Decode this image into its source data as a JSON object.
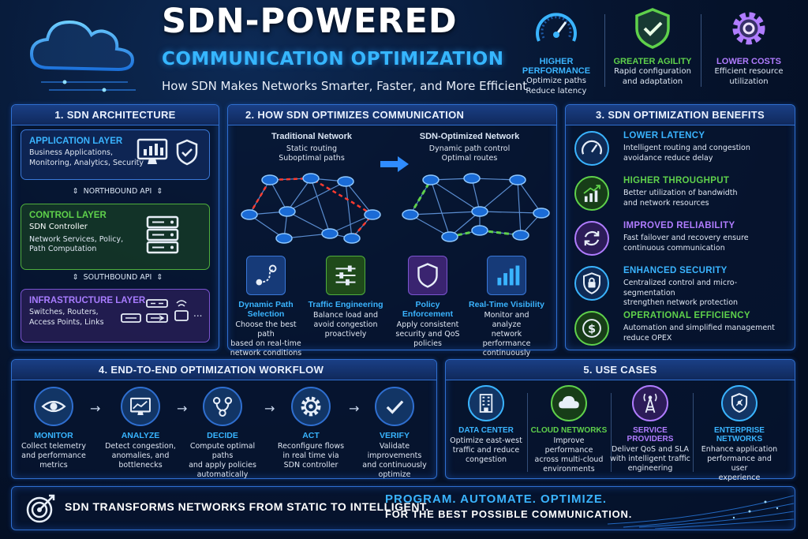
{
  "header": {
    "title": "SDN-POWERED",
    "subtitle": "COMMUNICATION OPTIMIZATION",
    "tagline": "How SDN Makes Networks Smarter, Faster, and More Efficient",
    "kpis": [
      {
        "title": "HIGHER PERFORMANCE",
        "line1": "Optimize paths",
        "line2": "Reduce latency",
        "color": "#3ab4ff",
        "icon": "speedometer-icon"
      },
      {
        "title": "GREATER AGILITY",
        "line1": "Rapid configuration",
        "line2": "and adaptation",
        "color": "#5fd14b",
        "icon": "shield-check-icon"
      },
      {
        "title": "LOWER COSTS",
        "line1": "Efficient resource",
        "line2": "utilization",
        "color": "#b07cff",
        "icon": "gear-icon"
      }
    ]
  },
  "architecture": {
    "title": "1. SDN ARCHITECTURE",
    "application": {
      "title": "APPLICATION LAYER",
      "line1": "Business Applications,",
      "line2": "Monitoring, Analytics, Security"
    },
    "northbound": "NORTHBOUND API",
    "control": {
      "title": "CONTROL LAYER",
      "name": "SDN Controller",
      "line1": "Network Services, Policy,",
      "line2": "Path Computation"
    },
    "southbound": "SOUTHBOUND API",
    "infrastructure": {
      "title": "INFRASTRUCTURE LAYER",
      "line1": "Switches, Routers,",
      "line2": "Access Points, Links",
      "more": "..."
    }
  },
  "optimizes": {
    "title": "2. HOW SDN OPTIMIZES COMMUNICATION",
    "traditional": {
      "title": "Traditional Network",
      "line1": "Static routing",
      "line2": "Suboptimal paths"
    },
    "optimized": {
      "title": "SDN-Optimized Network",
      "line1": "Dynamic path control",
      "line2": "Optimal routes"
    },
    "features": [
      {
        "title1": "Dynamic Path",
        "title2": "Selection",
        "d1": "Choose the best path",
        "d2": "based on real-time",
        "d3": "network conditions"
      },
      {
        "title1": "Traffic Engineering",
        "title2": "",
        "d1": "Balance load and",
        "d2": "avoid congestion",
        "d3": "proactively"
      },
      {
        "title1": "Policy Enforcement",
        "title2": "",
        "d1": "Apply consistent",
        "d2": "security and QoS",
        "d3": "policies"
      },
      {
        "title1": "Real-Time Visibility",
        "title2": "",
        "d1": "Monitor and analyze",
        "d2": "network performance",
        "d3": "continuously"
      }
    ]
  },
  "benefits": {
    "title": "3. SDN OPTIMIZATION BENEFITS",
    "items": [
      {
        "title": "LOWER LATENCY",
        "d1": "Intelligent routing and congestion",
        "d2": "avoidance reduce delay",
        "color": "#3ab4ff"
      },
      {
        "title": "HIGHER THROUGHPUT",
        "d1": "Better utilization of bandwidth",
        "d2": "and network resources",
        "color": "#5fd14b"
      },
      {
        "title": "IMPROVED RELIABILITY",
        "d1": "Fast failover and recovery ensure",
        "d2": "continuous communication",
        "color": "#b07cff"
      },
      {
        "title": "ENHANCED SECURITY",
        "d1": "Centralized control and micro-segmentation",
        "d2": "strengthen network protection",
        "color": "#3ab4ff"
      },
      {
        "title": "OPERATIONAL EFFICIENCY",
        "d1": "Automation and simplified management",
        "d2": "reduce OPEX",
        "color": "#5fd14b"
      }
    ]
  },
  "workflow": {
    "title": "4. END-TO-END OPTIMIZATION WORKFLOW",
    "steps": [
      {
        "title": "MONITOR",
        "d1": "Collect telemetry",
        "d2": "and performance",
        "d3": "metrics"
      },
      {
        "title": "ANALYZE",
        "d1": "Detect congestion,",
        "d2": "anomalies, and",
        "d3": "bottlenecks"
      },
      {
        "title": "DECIDE",
        "d1": "Compute optimal paths",
        "d2": "and apply policies",
        "d3": "automatically"
      },
      {
        "title": "ACT",
        "d1": "Reconfigure flows",
        "d2": "in real time via",
        "d3": "SDN controller"
      },
      {
        "title": "VERIFY",
        "d1": "Validate improvements",
        "d2": "and continuously",
        "d3": "optimize"
      }
    ]
  },
  "usecases": {
    "title": "5. USE CASES",
    "items": [
      {
        "title": "DATA CENTER",
        "d1": "Optimize east-west",
        "d2": "traffic and reduce",
        "d3": "congestion",
        "color": "#3ab4ff"
      },
      {
        "title": "CLOUD NETWORKS",
        "d1": "Improve performance",
        "d2": "across multi-cloud",
        "d3": "environments",
        "color": "#5fd14b"
      },
      {
        "title": "SERVICE PROVIDERS",
        "d1": "Deliver QoS and SLA",
        "d2": "with intelligent traffic",
        "d3": "engineering",
        "color": "#b07cff"
      },
      {
        "title": "ENTERPRISE NETWORKS",
        "d1": "Enhance application",
        "d2": "performance and user",
        "d3": "experience",
        "color": "#3ab4ff"
      }
    ]
  },
  "footer": {
    "left": "SDN TRANSFORMS NETWORKS FROM STATIC TO INTELLIGENT.",
    "right1": "PROGRAM. AUTOMATE. OPTIMIZE.",
    "right2": "FOR THE BEST POSSIBLE COMMUNICATION."
  }
}
